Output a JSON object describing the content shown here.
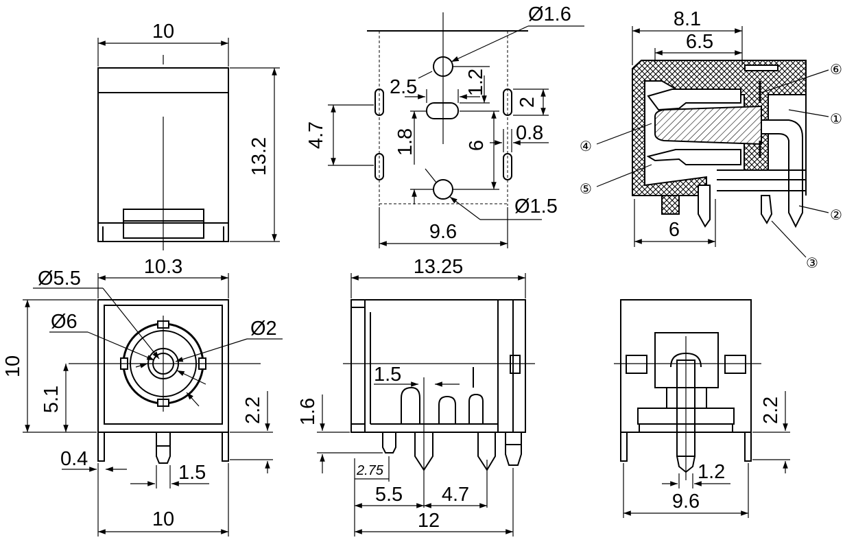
{
  "views": {
    "top": {
      "width": "10",
      "height": "13.2"
    },
    "footprint": {
      "hole_large": "Ø1.6",
      "hole_small": "Ø1.5",
      "d_2_5": "2.5",
      "d_1_2": "1.2",
      "d_4_7": "4.7",
      "d_1_8": "1.8",
      "d_6": "6",
      "d_2": "2",
      "d_0_8": "0.8",
      "d_9_6": "9.6"
    },
    "section": {
      "d_8_1": "8.1",
      "d_6_5": "6.5",
      "d_6": "6",
      "part_1": "①",
      "part_2": "②",
      "part_3": "③",
      "part_4": "④",
      "part_5": "⑤",
      "part_6": "⑥"
    },
    "front": {
      "d_10_3": "10.3",
      "d_5_5": "Ø5.5",
      "d_6": "Ø6",
      "d_2": "Ø2",
      "d_10": "10",
      "d_5_1": "5.1",
      "d_2_2": "2.2",
      "d_0_4": "0.4",
      "d_1_5": "1.5",
      "d_width": "10"
    },
    "side": {
      "d_13_25": "13.25",
      "d_1_5": "1.5",
      "d_1_6": "1.6",
      "d_2_75": "2.75",
      "d_5_5": "5.5",
      "d_4_7": "4.7",
      "d_12": "12"
    },
    "rear": {
      "d_2_2": "2.2",
      "d_1_2": "1.2",
      "d_9_6": "9.6"
    }
  }
}
